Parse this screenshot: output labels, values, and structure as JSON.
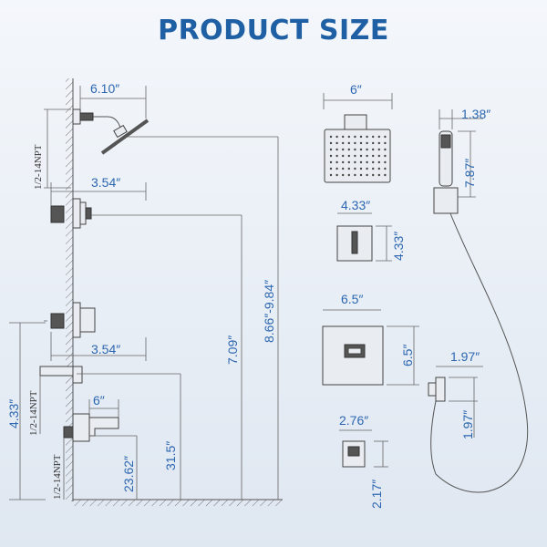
{
  "title": "PRODUCT SIZE",
  "left_dimensions": {
    "shower_arm_length": "6.10″",
    "valve_depth_top": "3.54″",
    "valve_depth_bottom": "3.54″",
    "spout_length": "6″",
    "head_height": "8.66″-9.84″",
    "valve_height": "7.09″",
    "spout_height": "31.5″",
    "spout_floor_height": "23.62″",
    "spout_to_valve": "4.33″",
    "npt_upper": "1/2-14NPT",
    "npt_middle": "1/2-14NPT",
    "npt_lower": "1/2-14NPT"
  },
  "right_dimensions": {
    "head_width": "6″",
    "handle_plate_width": "4.33″",
    "handle_plate_height": "4.33″",
    "trim_plate_width": "6.5″",
    "trim_plate_height": "6.5″",
    "holder_width": "2.76″",
    "holder_height": "2.17″",
    "handheld_width": "1.38″",
    "handheld_length": "7.87″",
    "elbow_width": "1.97″",
    "elbow_height": "1.97″"
  },
  "colors": {
    "title": "#1f5fa3",
    "dimension_text": "#2d67b0",
    "line": "#555555"
  }
}
